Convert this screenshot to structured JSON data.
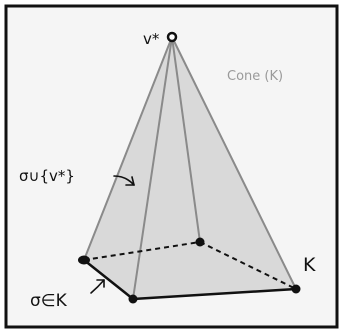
{
  "labels": {
    "apex": "v*",
    "cone": "Cone (K)",
    "face": "σ∪{v*}",
    "simplex": "σ∈K",
    "complex": "K"
  },
  "colors": {
    "background": "#f5f5f5",
    "frame": "#111111",
    "face_fill": "#d9d9d9",
    "edge": "#8a8a8a",
    "ink": "#111111",
    "cone_label": "#9a9a9a"
  }
}
